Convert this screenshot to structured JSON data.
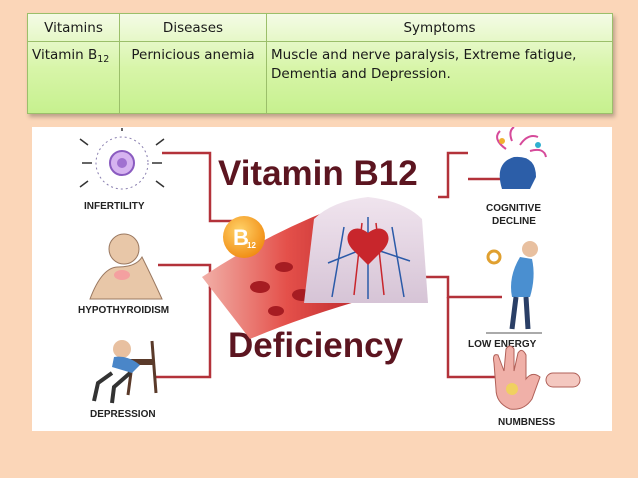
{
  "table": {
    "headers": [
      "Vitamins",
      "Diseases",
      "Symptoms"
    ],
    "row": {
      "vitamin_main": "Vitamin B",
      "vitamin_sub": "12",
      "disease": "Pernicious anemia",
      "symptoms_line1": "Muscle and nerve paralysis, Extreme fatigue,",
      "symptoms_line2": "Dementia and Depression."
    }
  },
  "infographic": {
    "title_line1": "Vitamin B12",
    "title_line2": "Deficiency",
    "capsule_letter": "B",
    "capsule_sub": "12",
    "labels": {
      "infertility": "INFERTILITY",
      "hypothyroidism": "HYPOTHYROIDISM",
      "depression": "DEPRESSION",
      "cognitive_1": "COGNITIVE",
      "cognitive_2": "DECLINE",
      "low_energy": "LOW ENERGY",
      "numbness": "NUMBNESS"
    },
    "colors": {
      "connector": "#b3323a",
      "title": "#5c1520",
      "capsule": "#f6a21b",
      "blood": "#d9433f"
    }
  }
}
